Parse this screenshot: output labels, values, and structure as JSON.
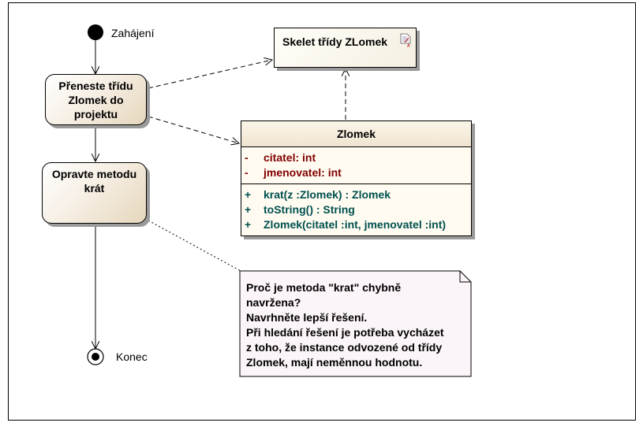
{
  "start_label": "Zahájení",
  "end_label": "Konec",
  "actions": [
    "Přeneste třídu Zlomek do projektu",
    "Opravte metodu krát"
  ],
  "artifact": {
    "title": "Skelet třídy ZLomek",
    "icon": "document-artifact-icon"
  },
  "class": {
    "name": "Zlomek",
    "attributes": [
      {
        "vis": "-",
        "text": "citatel:  int"
      },
      {
        "vis": "-",
        "text": "jmenovatel:  int"
      }
    ],
    "operations": [
      {
        "vis": "+",
        "text": "krat(z :Zlomek) : Zlomek"
      },
      {
        "vis": "+",
        "text": "toString() : String"
      },
      {
        "vis": "+",
        "text": "Zlomek(citatel :int, jmenovatel :int)"
      }
    ]
  },
  "note": {
    "lines": [
      "Proč je metoda \"krat\" chybně",
      "navržena?",
      "Navrhněte lepší řešení.",
      "Při hledání řešení je potřeba vycházet",
      "z toho, že instance odvozené od třídy",
      "Zlomek, mají neměnnou hodnotu."
    ]
  },
  "colors": {
    "attributes": "#800000",
    "operations": "#005050",
    "fill": "#f6efe4"
  }
}
